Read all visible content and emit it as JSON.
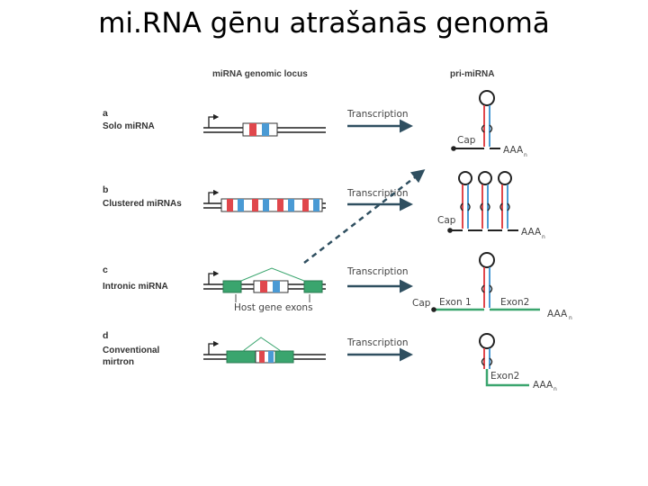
{
  "slide": {
    "title": "mi.RNA gēnu atrašanās genomā"
  },
  "figure": {
    "header_left": "miRNA genomic locus",
    "header_right": "pri-miRNA",
    "arrow_label": "Transcription",
    "cap": "Cap",
    "polyA": "AAA",
    "polyA_sub": "n",
    "exon1": "Exon 1",
    "exon2": "Exon2",
    "host_gene_exons": "Host gene exons",
    "panels": [
      {
        "letter": "a",
        "label_lines": [
          "Solo miRNA"
        ]
      },
      {
        "letter": "b",
        "label_lines": [
          "Clustered miRNAs"
        ]
      },
      {
        "letter": "c",
        "label_lines": [
          "Intronic miRNA"
        ]
      },
      {
        "letter": "d",
        "label_lines": [
          "Conventional",
          "mirtron"
        ]
      }
    ]
  },
  "colors": {
    "red": "#e0474c",
    "blue": "#4a9ad4",
    "green": "#3aa56e",
    "arrow": "#2f4f60",
    "line": "#1e1e1e"
  }
}
